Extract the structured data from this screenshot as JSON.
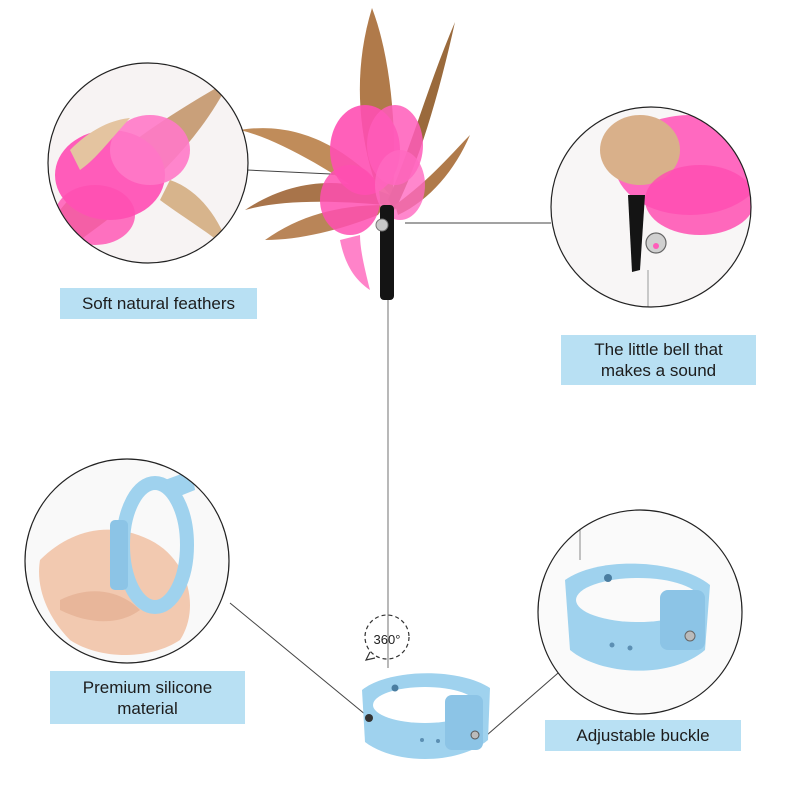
{
  "callouts": {
    "feathers": "Soft natural feathers",
    "bell_line1": "The little bell that",
    "bell_line2": "makes a sound",
    "silicone_line1": "Premium silicone",
    "silicone_line2": "material",
    "buckle": "Adjustable buckle"
  },
  "rotation_badge": "360°",
  "colors": {
    "label_background": "#b8e0f3",
    "band_blue": "#9fd2ee",
    "feather_pink": "#ff4fb2",
    "feather_brown": "#b07a4a"
  }
}
